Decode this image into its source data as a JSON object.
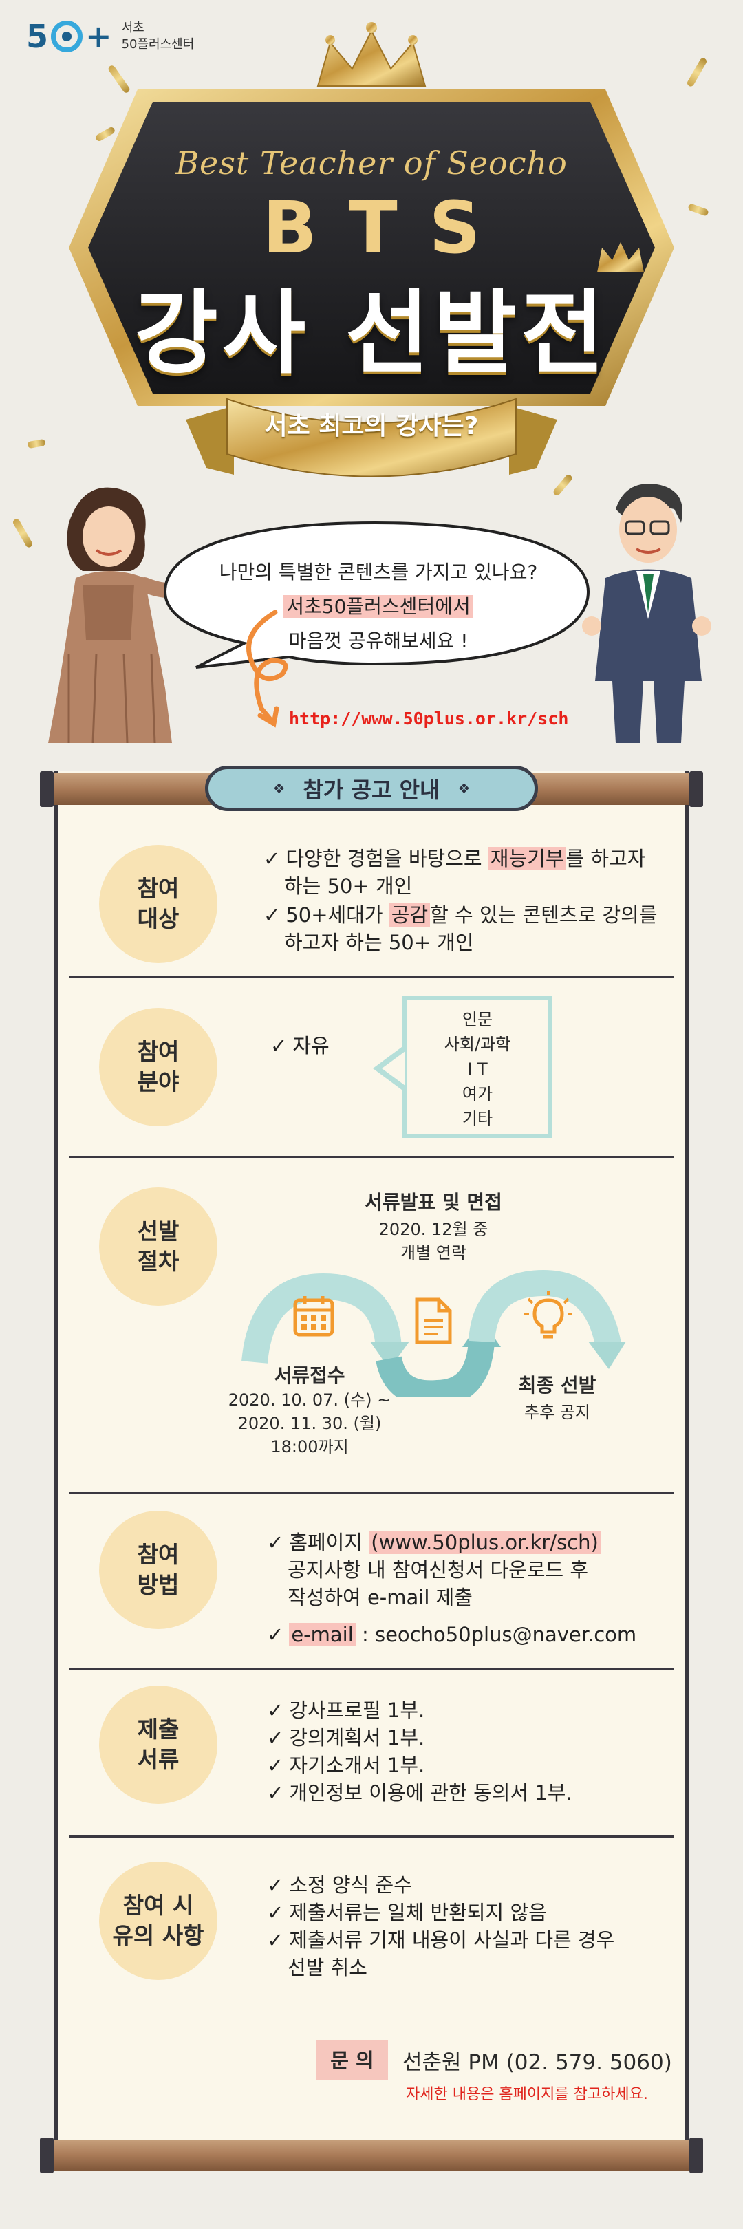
{
  "logo": {
    "mark": "5",
    "plus": "+",
    "line1": "서초",
    "line2": "50플러스센터"
  },
  "hero": {
    "subtitle": "Best Teacher of Seocho",
    "bts": "BTS",
    "title": "강사 선발전",
    "ribbon": "서초 최고의 강사는?"
  },
  "bubble": {
    "line1": "나만의 특별한 콘텐츠를 가지고 있나요?",
    "line2": "서초50플러스센터에서",
    "line3": "마음껏 공유해보세요 !"
  },
  "url": "http://www.50plus.or.kr/sch",
  "notice_title": "참가 공고 안내",
  "sections": {
    "target": {
      "label1": "참여",
      "label2": "대상",
      "item1_a": "다양한 경험을 바탕으로 ",
      "item1_hl": "재능기부",
      "item1_b": "를 하고자",
      "item1_c": "하는 50+ 개인",
      "item2_a": "50+세대가 ",
      "item2_hl": "공감",
      "item2_b": "할 수 있는 콘텐츠로 강의를",
      "item2_c": "하고자 하는 50+ 개인"
    },
    "field": {
      "label1": "참여",
      "label2": "분야",
      "free": "자유",
      "options": [
        "인문",
        "사회/과학",
        "I T",
        "여가",
        "기타"
      ]
    },
    "process": {
      "label1": "선발",
      "label2": "절차",
      "step2_title": "서류발표 및 면접",
      "step2_l1": "2020. 12월 중",
      "step2_l2": "개별 연락",
      "step1_title": "서류접수",
      "step1_l1": "2020. 10. 07. (수) ~",
      "step1_l2": "2020. 11. 30. (월)",
      "step1_l3": "18:00까지",
      "step3_title": "최종 선발",
      "step3_l1": "추후 공지"
    },
    "method": {
      "label1": "참여",
      "label2": "방법",
      "l1_a": "홈페이지 ",
      "l1_hl": "(www.50plus.or.kr/sch)",
      "l2": "공지사항 내 참여신청서 다운로드 후",
      "l3": "작성하여 e-mail 제출",
      "l4_hl": "e-mail",
      "l4_b": " : seocho50plus@naver.com"
    },
    "docs": {
      "label1": "제출",
      "label2": "서류",
      "items": [
        "강사프로필 1부.",
        "강의계획서 1부.",
        "자기소개서 1부.",
        "개인정보 이용에 관한 동의서 1부."
      ]
    },
    "notes": {
      "label1": "참여 시",
      "label2": "유의 사항",
      "items": [
        "소정 양식 준수",
        "제출서류는 일체 반환되지 않음",
        "제출서류 기재 내용이 사실과 다른 경우"
      ],
      "item3_cont": "선발 취소"
    }
  },
  "check_mark": "✓",
  "contact": {
    "badge": "문 의",
    "text": "선춘원 PM (02. 579. 5060)",
    "note": "자세한 내용은 홈페이지를 참고하세요."
  },
  "colors": {
    "background": "#efede7",
    "panel": "#fbf7ea",
    "circle": "#f8e3b4",
    "highlight": "#f9c4bd",
    "teal": "#a3cfd6",
    "gold": "#e7c677",
    "emblem": "#222226",
    "url_red": "#e8221b"
  }
}
